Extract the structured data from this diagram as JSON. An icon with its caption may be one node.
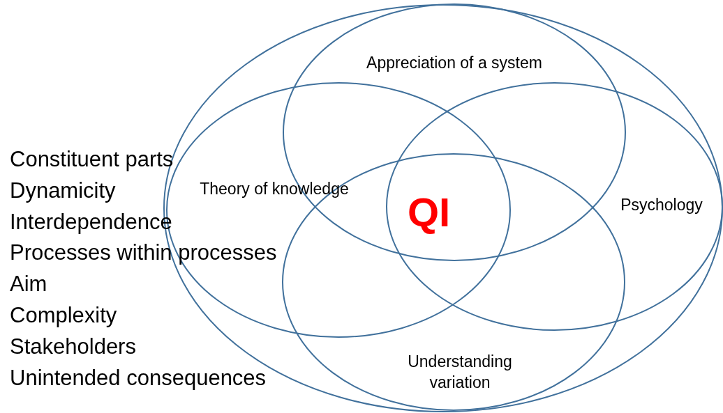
{
  "diagram": {
    "nodes": [
      {
        "text": [],
        "shape": "ellipse"
      },
      {
        "text": [
          "Appreciation of a system"
        ],
        "in": 0
      },
      {
        "text": [
          "Theory of knowledge"
        ],
        "in": 0
      },
      {
        "text": [
          "Psychology"
        ],
        "in": 0
      },
      {
        "text": [
          "Understanding variation"
        ],
        "in": 0
      }
    ],
    "edges": [],
    "labels": [
      "Constituent parts",
      "Dynamicity",
      "Interdependence",
      "Processes within processes",
      "Aim",
      "Complexity",
      "Stakeholders",
      "Unintended consequences",
      "QI"
    ]
  }
}
